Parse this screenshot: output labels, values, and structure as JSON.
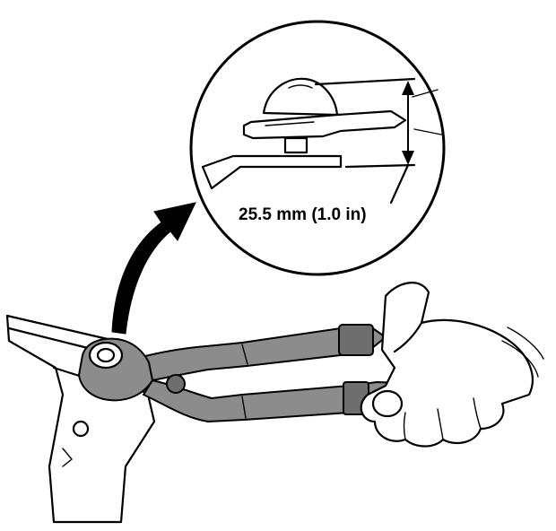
{
  "diagram": {
    "measurement_label": "25.5 mm (1.0 in)",
    "ink_color": "#000000",
    "tool_color": "#8c8c8c",
    "background_color": "#ffffff",
    "elements": [
      "sheet-metal-panel",
      "pliers-tool",
      "hand",
      "callout-arrow",
      "detail-magnifier",
      "dimension-arrow"
    ]
  }
}
